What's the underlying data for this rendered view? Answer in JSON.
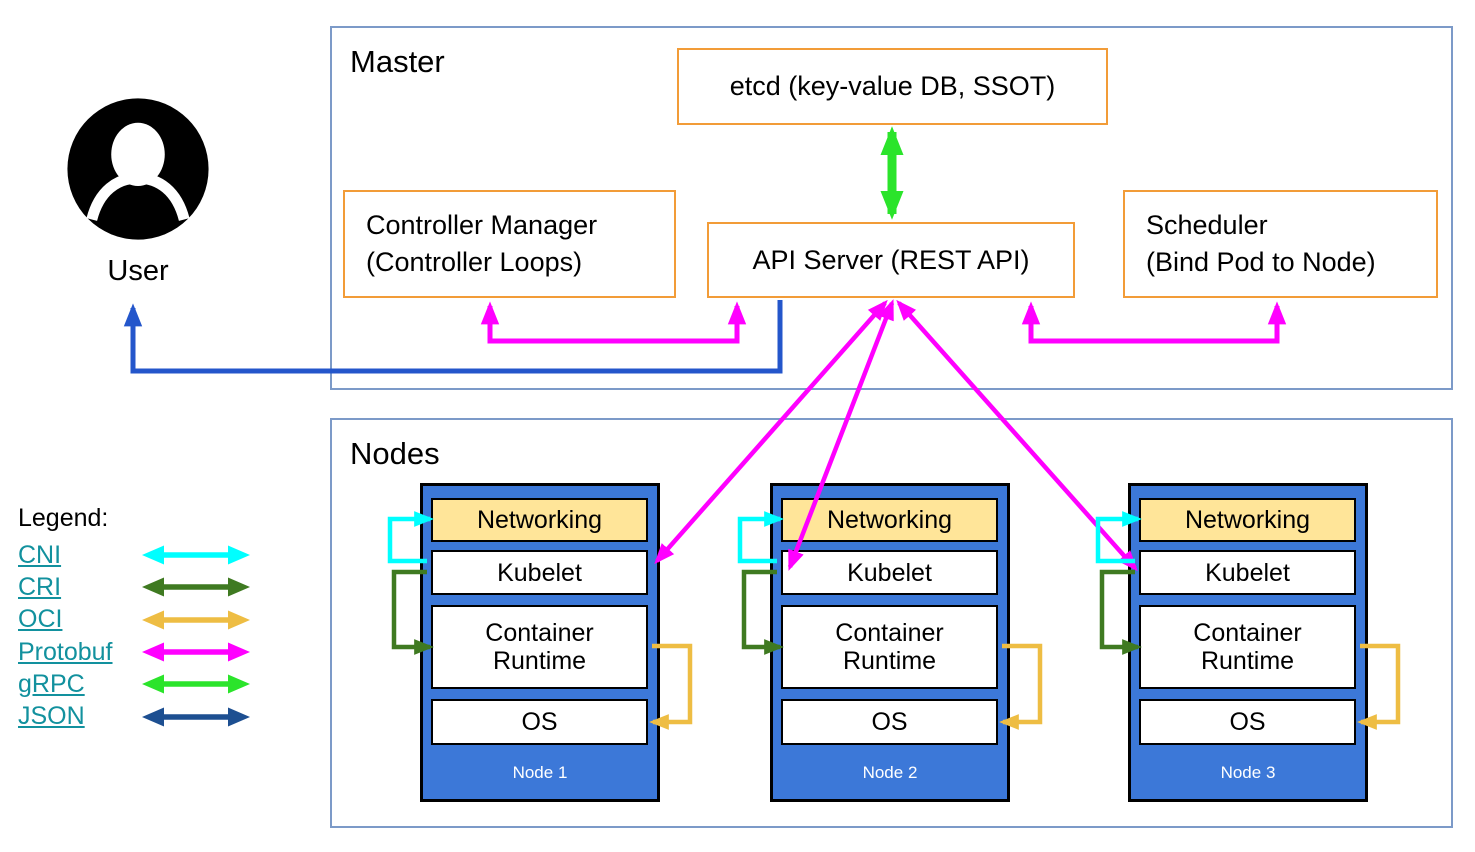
{
  "user": {
    "label": "User"
  },
  "master": {
    "title": "Master",
    "etcd_label": "etcd (key-value DB, SSOT)",
    "controller_manager_line1": "Controller Manager",
    "controller_manager_line2": "(Controller Loops)",
    "api_server_label": "API Server (REST API)",
    "scheduler_line1": "Scheduler",
    "scheduler_line2": "(Bind Pod to Node)"
  },
  "nodes": {
    "title": "Nodes",
    "layers": {
      "networking": "Networking",
      "kubelet": "Kubelet",
      "container_runtime": "Container Runtime",
      "os": "OS"
    },
    "items": [
      {
        "name": "Node 1"
      },
      {
        "name": "Node 2"
      },
      {
        "name": "Node 3"
      }
    ]
  },
  "legend": {
    "title": "Legend:",
    "items": [
      {
        "label": "CNI",
        "color": "#00FFFF"
      },
      {
        "label": "CRI",
        "color": "#3F7A21"
      },
      {
        "label": "OCI",
        "color": "#EEBD43"
      },
      {
        "label": "Protobuf",
        "color": "#FF00FF"
      },
      {
        "label": "gRPC",
        "color": "#2BE42B"
      },
      {
        "label": "JSON",
        "color": "#1D4F91"
      }
    ]
  },
  "colors": {
    "container_border_blue": "#7C9AC8",
    "component_border_orange": "#F29C38",
    "node_fill_blue": "#3C78D8",
    "networking_fill": "#FFE599",
    "legend_link_teal": "#12919E",
    "protobuf": "#FF00FF",
    "grpc": "#2BE42B",
    "json_user_arrow": "#2456CB",
    "cni": "#00FFFF",
    "cri": "#3F7A21",
    "oci": "#EEBD43"
  },
  "connections": [
    {
      "from": "etcd",
      "to": "API Server",
      "protocol": "gRPC",
      "bidirectional": true
    },
    {
      "from": "Controller Manager",
      "to": "API Server",
      "protocol": "Protobuf",
      "bidirectional": true
    },
    {
      "from": "API Server",
      "to": "Scheduler",
      "protocol": "Protobuf",
      "bidirectional": true
    },
    {
      "from": "API Server",
      "to": "User",
      "protocol": "JSON",
      "bidirectional": false
    },
    {
      "from": "API Server",
      "to": "Node 1 Kubelet",
      "protocol": "Protobuf",
      "bidirectional": true
    },
    {
      "from": "API Server",
      "to": "Node 2 Kubelet",
      "protocol": "Protobuf",
      "bidirectional": true
    },
    {
      "from": "API Server",
      "to": "Node 3 Kubelet",
      "protocol": "Protobuf",
      "bidirectional": true
    },
    {
      "from": "Kubelet",
      "to": "Networking",
      "protocol": "CNI"
    },
    {
      "from": "Kubelet",
      "to": "Container Runtime",
      "protocol": "CRI"
    },
    {
      "from": "Container Runtime",
      "to": "OS",
      "protocol": "OCI"
    }
  ]
}
